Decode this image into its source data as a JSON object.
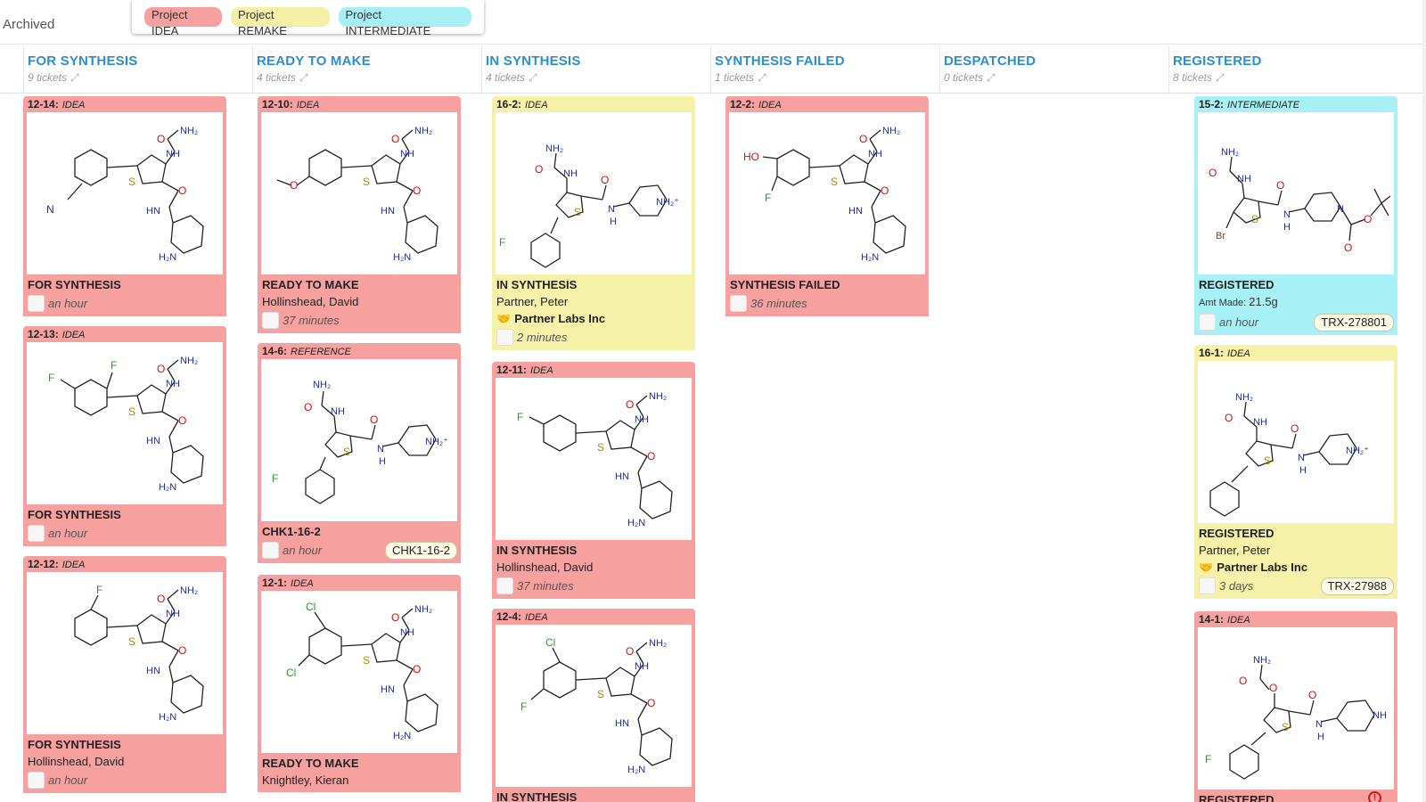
{
  "topbar": {
    "archived": "Archived"
  },
  "legend": [
    {
      "label": "Project IDEA",
      "color": "#f7a0a0"
    },
    {
      "label": "Project REMAKE",
      "color": "#f5f0a6"
    },
    {
      "label": "Project INTERMEDIATE",
      "color": "#a6f0f5"
    }
  ],
  "columns": [
    {
      "title": "FOR SYNTHESIS",
      "count": "9 tickets"
    },
    {
      "title": "READY TO MAKE",
      "count": "4 tickets"
    },
    {
      "title": "IN SYNTHESIS",
      "count": "4 tickets"
    },
    {
      "title": "SYNTHESIS FAILED",
      "count": "1 tickets"
    },
    {
      "title": "DESPATCHED",
      "count": "0 tickets"
    },
    {
      "title": "REGISTERED",
      "count": "8 tickets"
    }
  ],
  "cards": [
    {
      "code": "12-14:",
      "kind": "IDEA",
      "status": "FOR SYNTHESIS",
      "time": "an hour"
    },
    {
      "code": "12-13:",
      "kind": "IDEA",
      "status": "FOR SYNTHESIS",
      "time": "an hour"
    },
    {
      "code": "12-12:",
      "kind": "IDEA",
      "status": "FOR SYNTHESIS",
      "person": "Hollinshead, David",
      "time": "an hour"
    },
    {
      "code": "12-10:",
      "kind": "IDEA",
      "status": "READY TO MAKE",
      "person": "Hollinshead, David",
      "time": "37 minutes"
    },
    {
      "code": "14-6:",
      "kind": "REFERENCE",
      "status": "CHK1-16-2",
      "time": "an hour",
      "badge": "CHK1-16-2"
    },
    {
      "code": "12-1:",
      "kind": "IDEA",
      "status": "READY TO MAKE",
      "person": "Knightley, Kieran"
    },
    {
      "code": "16-2:",
      "kind": "IDEA",
      "status": "IN SYNTHESIS",
      "person": "Partner, Peter",
      "partner": "Partner Labs Inc",
      "time": "2 minutes"
    },
    {
      "code": "12-11:",
      "kind": "IDEA",
      "status": "IN SYNTHESIS",
      "person": "Hollinshead, David",
      "time": "37 minutes"
    },
    {
      "code": "12-4:",
      "kind": "IDEA",
      "status": "IN SYNTHESIS"
    },
    {
      "code": "12-2:",
      "kind": "IDEA",
      "status": "SYNTHESIS FAILED",
      "time": "36 minutes"
    },
    {
      "code": "15-2:",
      "kind": "INTERMEDIATE",
      "status": "REGISTERED",
      "amt_label": "Amt Made:",
      "amt_value": "21.5g",
      "time": "an hour",
      "badge": "TRX-278801"
    },
    {
      "code": "16-1:",
      "kind": "IDEA",
      "status": "REGISTERED",
      "person": "Partner, Peter",
      "partner": "Partner Labs Inc",
      "time": "3 days",
      "badge": "TRX-27988"
    },
    {
      "code": "14-1:",
      "kind": "IDEA",
      "status": "REGISTERED"
    }
  ],
  "mol": {
    "nh2": "NH₂",
    "nh": "NH",
    "hn": "HN",
    "h2n": "H₂N",
    "o": "O",
    "s": "S",
    "n": "N",
    "f": "F",
    "cl": "Cl",
    "br": "Br",
    "ho": "HO",
    "nh2plus": "NH₂⁺",
    "h": "H"
  },
  "colors": {
    "idea": "#f7a0a0",
    "remake": "#f6f1a8",
    "intermediate": "#a7f0f5",
    "header_blue": "#2a8fd0"
  },
  "icons": {
    "expand": "expand-arrows-icon",
    "partner": "handshake-icon",
    "alert": "alert-circle-icon"
  }
}
